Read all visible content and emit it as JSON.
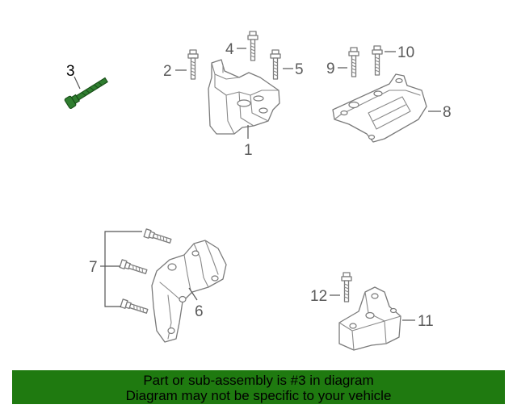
{
  "diagram": {
    "callouts": {
      "c1": "1",
      "c2": "2",
      "c3": "3",
      "c4": "4",
      "c5": "5",
      "c6": "6",
      "c7": "7",
      "c8": "8",
      "c9": "9",
      "c10": "10",
      "c11": "11",
      "c12": "12"
    },
    "highlighted_part": "3",
    "highlight_color": "#2f7d2f"
  },
  "banner": {
    "line1": "Part or sub-assembly is #3 in diagram",
    "line2": "Diagram may not be specific to your vehicle",
    "background_color": "#1f7a10"
  }
}
